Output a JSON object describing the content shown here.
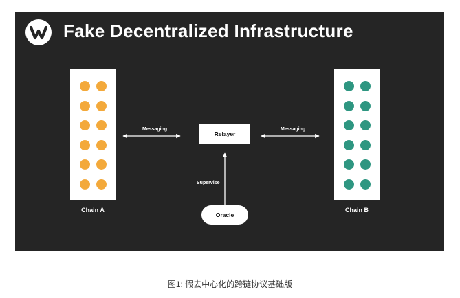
{
  "header": {
    "title": "Fake Decentralized Infrastructure",
    "logo_icon": "w-logo-icon"
  },
  "nodes": {
    "chain_a": {
      "label": "Chain A",
      "dot_color": "#f3a93b",
      "dot_count": 12
    },
    "chain_b": {
      "label": "Chain B",
      "dot_color": "#2e9681",
      "dot_count": 12
    },
    "relayer": {
      "label": "Relayer"
    },
    "oracle": {
      "label": "Oracle"
    }
  },
  "edges": {
    "chain_a_relayer": {
      "label": "Messaging",
      "direction": "bidirectional"
    },
    "relayer_chain_b": {
      "label": "Messaging",
      "direction": "bidirectional"
    },
    "oracle_relayer": {
      "label": "Supervise",
      "direction": "to-relayer"
    }
  },
  "caption": "图1: 假去中心化的跨链协议基础版",
  "colors": {
    "panel_bg": "#252525",
    "chain_a_dots": "#f3a93b",
    "chain_b_dots": "#2e9681"
  }
}
